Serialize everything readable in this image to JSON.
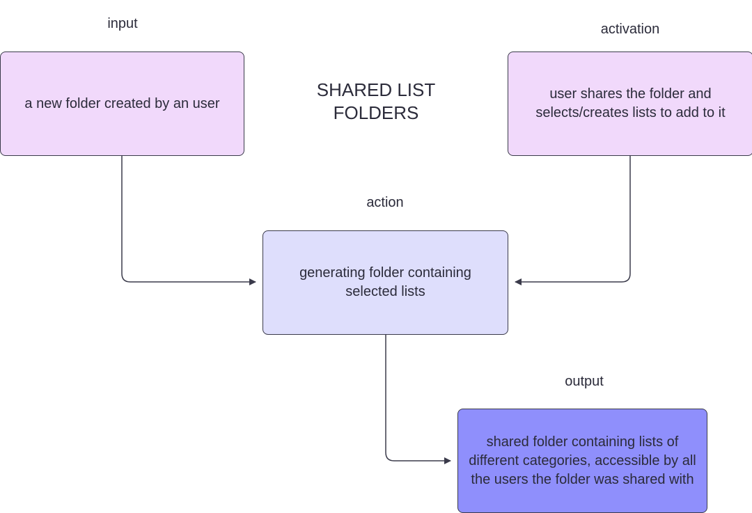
{
  "title": "SHARED LIST\nFOLDERS",
  "nodes": {
    "input": {
      "label": "input",
      "text": "a new folder created by an user",
      "fill": "#f1d9fb"
    },
    "activation": {
      "label": "activation",
      "text": "user shares the folder and selects/creates lists to add to it",
      "fill": "#f1d9fb"
    },
    "action": {
      "label": "action",
      "text": "generating folder containing selected lists",
      "fill": "#dedefc"
    },
    "output": {
      "label": "output",
      "text": "shared folder containing lists of different categories, accessible by all the users the folder was shared with",
      "fill": "#8f8ffc"
    }
  },
  "edges": [
    {
      "from": "input",
      "to": "action"
    },
    {
      "from": "activation",
      "to": "action"
    },
    {
      "from": "action",
      "to": "output"
    }
  ],
  "colors": {
    "stroke": "#3a3a4a",
    "text": "#2b2b3a"
  }
}
